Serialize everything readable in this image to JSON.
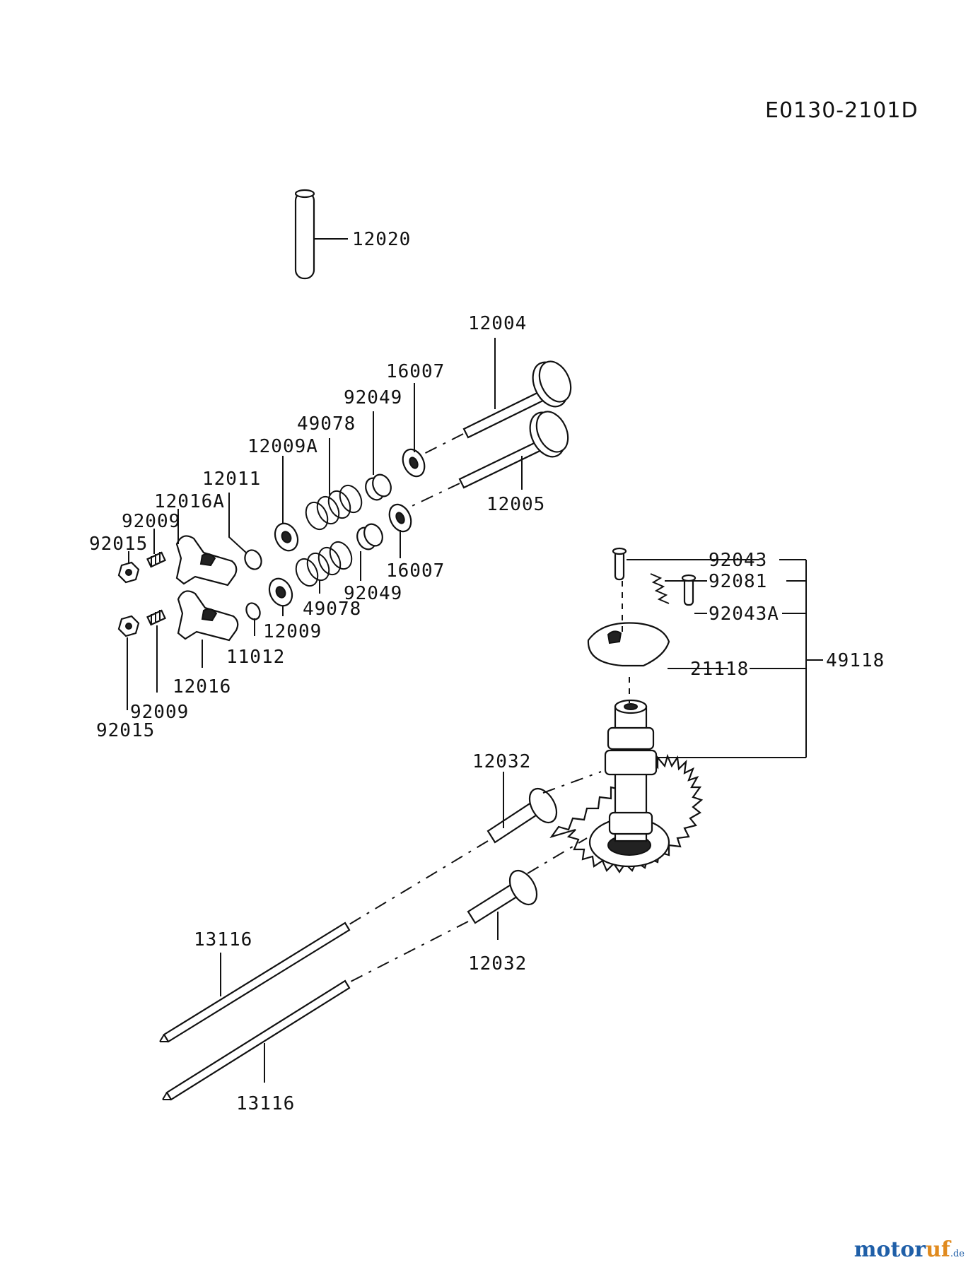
{
  "diagram": {
    "code": "E0130-2101D",
    "labels": {
      "p12020": "12020",
      "p12004": "12004",
      "p16007a": "16007",
      "p92049a": "92049",
      "p49078a": "49078",
      "p12009A": "12009A",
      "p12011": "12011",
      "p12016A": "12016A",
      "p92009a": "92009",
      "p92015a": "92015",
      "p12005": "12005",
      "p16007b": "16007",
      "p92049b": "92049",
      "p49078b": "49078",
      "p12009": "12009",
      "p11012": "11012",
      "p12016": "12016",
      "p92009b": "92009",
      "p92015b": "92015",
      "p92043": "92043",
      "p92081": "92081",
      "p92043A": "92043A",
      "p21118": "21118",
      "p49118": "49118",
      "p12032a": "12032",
      "p12032b": "12032",
      "p13116a": "13116",
      "p13116b": "13116"
    }
  },
  "watermark": {
    "part1": "motor",
    "part2": "uf",
    "suffix": ".de"
  }
}
